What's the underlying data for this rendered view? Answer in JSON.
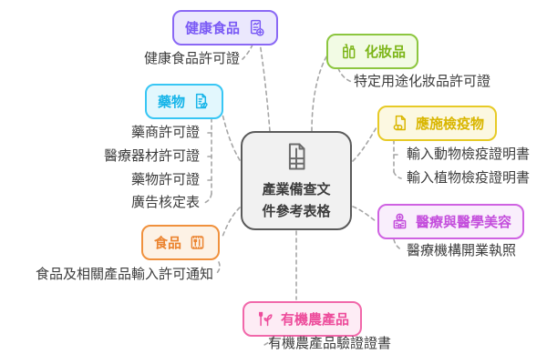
{
  "diagram": {
    "type": "mindmap",
    "center": {
      "label": "產業備查文件參考表格",
      "label_line1": "產業備查文",
      "label_line2": "件參考表格",
      "icon": "table-file-icon"
    },
    "branches": [
      {
        "label": "健康食品",
        "icon": "clipboard-plus-icon",
        "color": "#7a5af5",
        "bg": "#ebe8fd",
        "leaves": [
          "健康食品許可證"
        ]
      },
      {
        "label": "化妝品",
        "icon": "cosmetic-bottles-icon",
        "color": "#7cb518",
        "bg": "#f2fbe4",
        "leaves": [
          "特定用途化妝品許可證"
        ]
      },
      {
        "label": "藥物",
        "icon": "prescription-file-icon",
        "color": "#18b5e9",
        "bg": "#e2f7fd",
        "leaves": [
          "藥商許可證",
          "醫療器材許可證",
          "藥物許可證",
          "廣告核定表"
        ]
      },
      {
        "label": "應施檢疫物",
        "icon": "quarantine-file-icon",
        "color": "#d9b600",
        "bg": "#fcf8e1",
        "leaves": [
          "輸入動物檢疫證明書",
          "輸入植物檢疫證明書"
        ]
      },
      {
        "label": "醫療與醫學美容",
        "icon": "hospital-icon",
        "color": "#c44fdc",
        "bg": "#f9eefc",
        "leaves": [
          "醫療機構開業執照"
        ]
      },
      {
        "label": "食品",
        "icon": "meal-ticket-icon",
        "color": "#eb8430",
        "bg": "#fdf2e5",
        "leaves": [
          "食品及相關產品輸入許可通知"
        ]
      },
      {
        "label": "有機農產品",
        "icon": "fork-plant-icon",
        "color": "#ed4c9b",
        "bg": "#fdecf5",
        "leaves": [
          "有機農產品驗證證書"
        ]
      }
    ],
    "colors": {
      "connector": "#a6a6a6",
      "leaf_text": "#3c3c3c",
      "center_border": "#5a5a5a",
      "center_bg": "#f1f1f1"
    }
  }
}
